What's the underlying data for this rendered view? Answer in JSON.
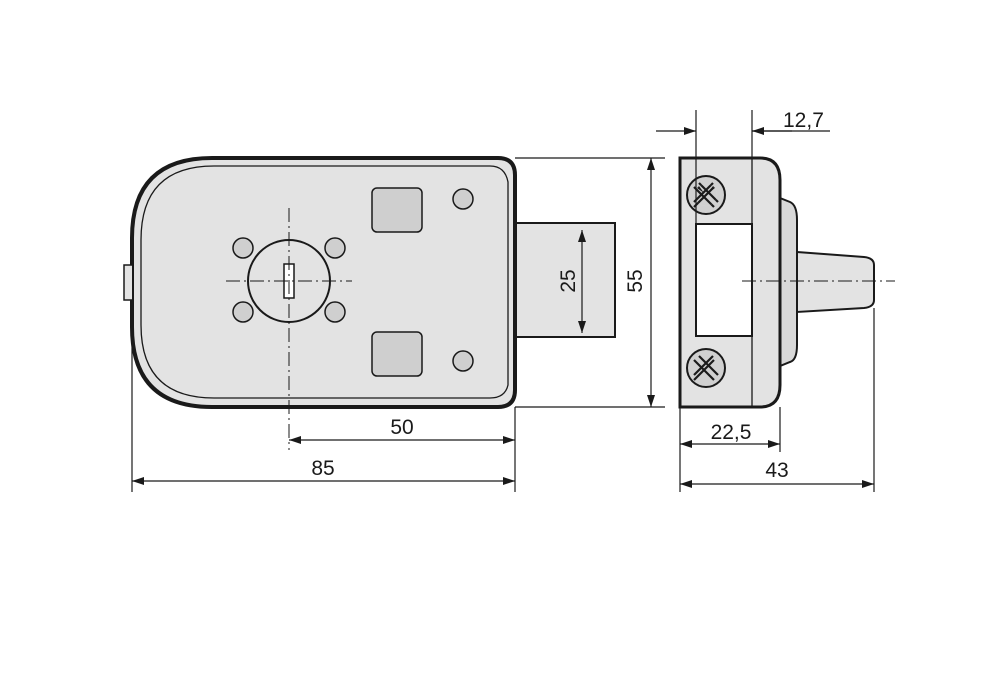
{
  "dimensions": {
    "d_12_7": "12,7",
    "d_25": "25",
    "d_55": "55",
    "d_50": "50",
    "d_85": "85",
    "d_22_5": "22,5",
    "d_43": "43"
  },
  "colors": {
    "body_fill": "#e3e3e3",
    "outline": "#1a1a1a",
    "pad_fill": "#cfcfcf",
    "background": "#ffffff"
  }
}
